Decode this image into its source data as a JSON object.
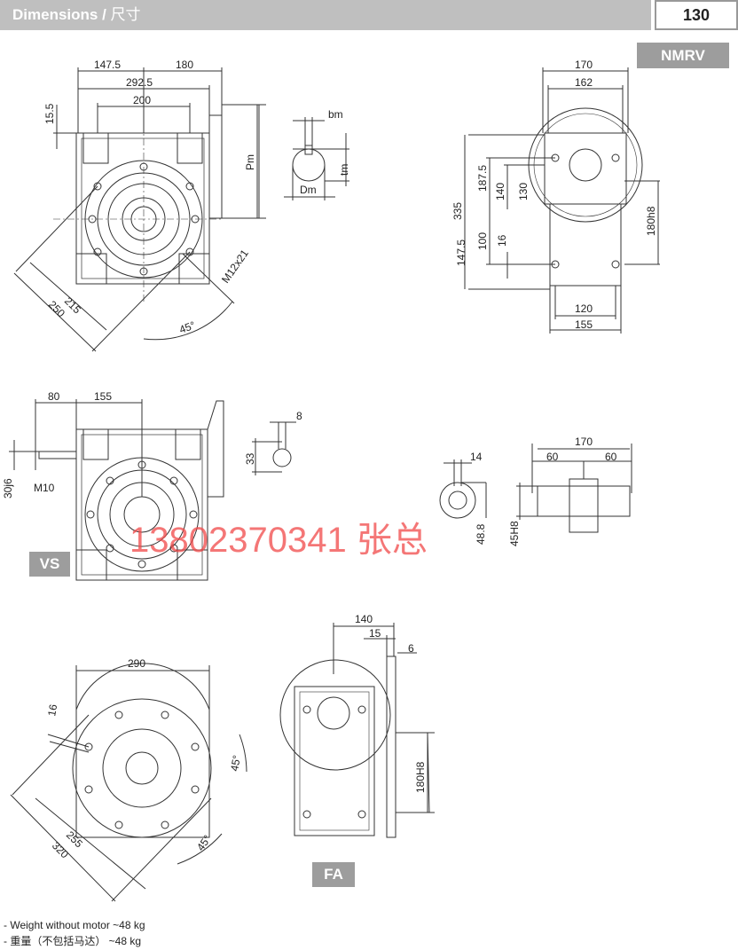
{
  "header": {
    "title": "Dimensions",
    "slash": " / ",
    "title_cn": "尺寸",
    "page_number": "130"
  },
  "tags": {
    "model": "NMRV",
    "vs": "VS",
    "fa": "FA"
  },
  "dims": {
    "front": [
      "147.5",
      "180",
      "292.5",
      "200",
      "15.5",
      "Pm",
      "215",
      "250",
      "45°",
      "M12x21"
    ],
    "shaft": [
      "bm",
      "tm",
      "Dm"
    ],
    "side": [
      "170",
      "162",
      "335",
      "187.5",
      "140",
      "130",
      "147.5",
      "100",
      "16",
      "180h8",
      "120",
      "155"
    ],
    "vs": [
      "80",
      "155",
      "30j6",
      "M10",
      "8",
      "33"
    ],
    "hollow": [
      "14",
      "48.8",
      "45H8",
      "170",
      "60",
      "60"
    ],
    "flange": [
      "290",
      "16",
      "45°",
      "45°",
      "255",
      "320"
    ],
    "fa": [
      "140",
      "15",
      "6",
      "180H8"
    ]
  },
  "watermark": "13802370341 张总",
  "footer": {
    "weight_en": "- Weight without motor ~48 kg",
    "weight_cn": "- 重量（不包括马达）  ~48 kg"
  }
}
